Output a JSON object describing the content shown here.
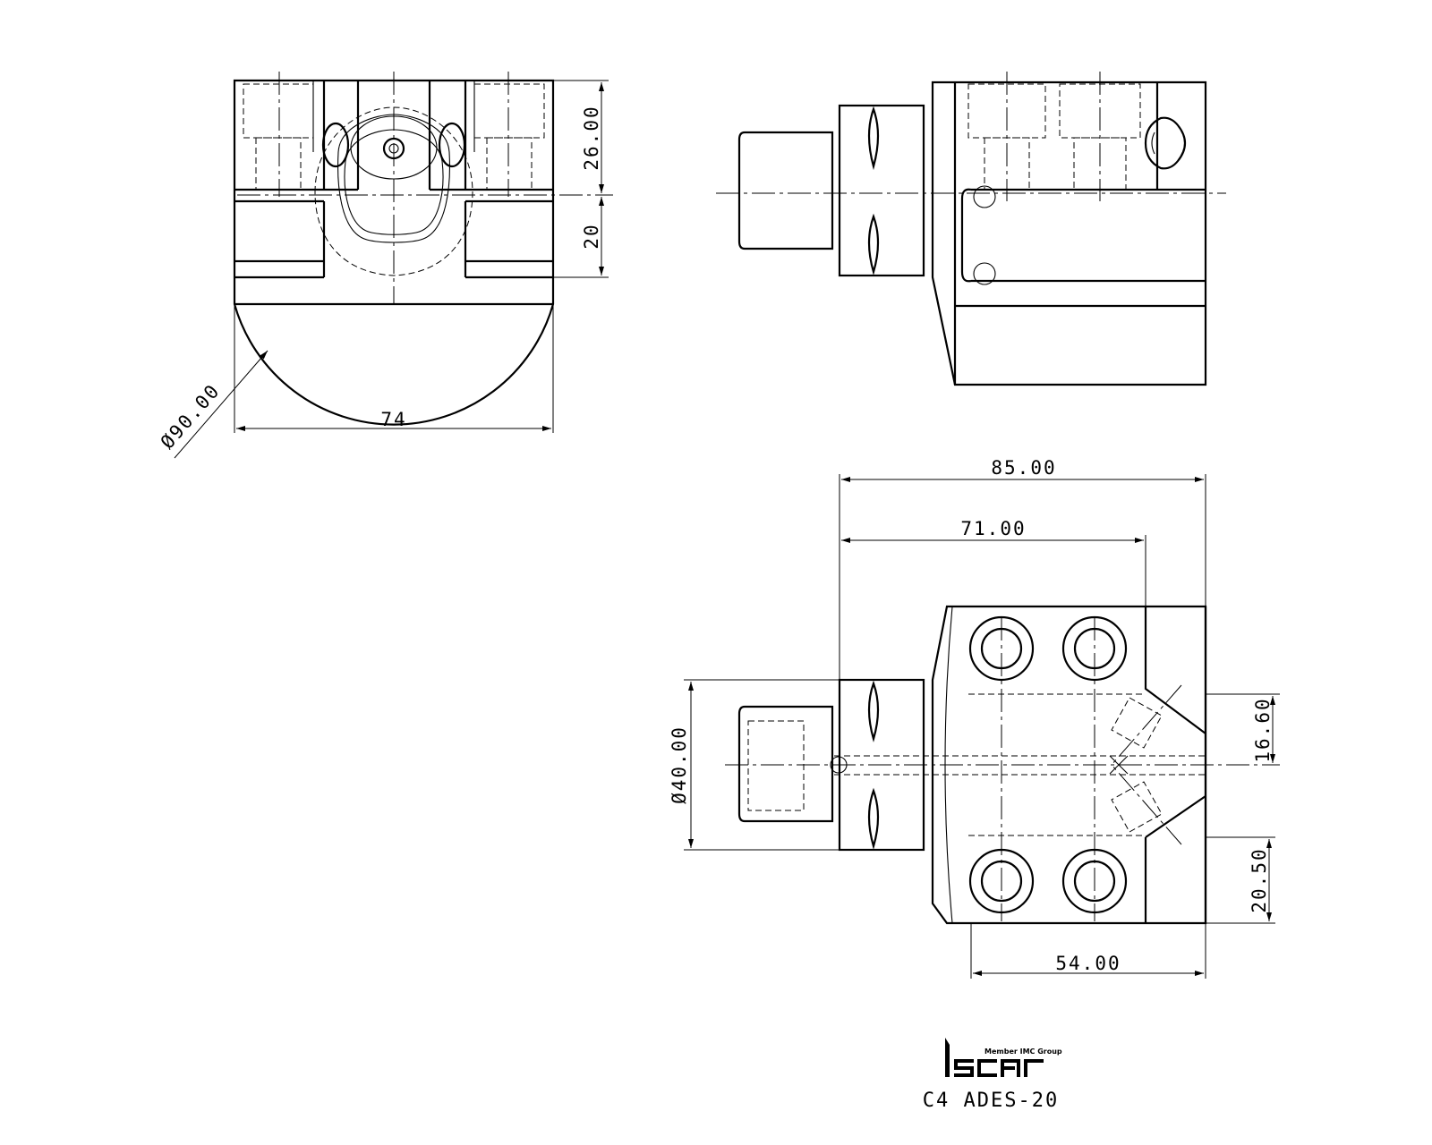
{
  "front_view": {
    "dims": {
      "height_upper": "26.00",
      "height_lower": "20",
      "width": "74",
      "diameter": "Ø90.00"
    }
  },
  "top_view": {
    "dims": {
      "overall_length": "85.00",
      "body_offset": "71.00",
      "shank_diameter": "Ø40.00",
      "slot_offset": "16.60",
      "pocket_height": "20.50",
      "pocket_width": "54.00"
    }
  },
  "title_block": {
    "brand_tagline": "Member IMC Group",
    "logo_word": "iscar",
    "part_number": "C4 ADES-20"
  }
}
